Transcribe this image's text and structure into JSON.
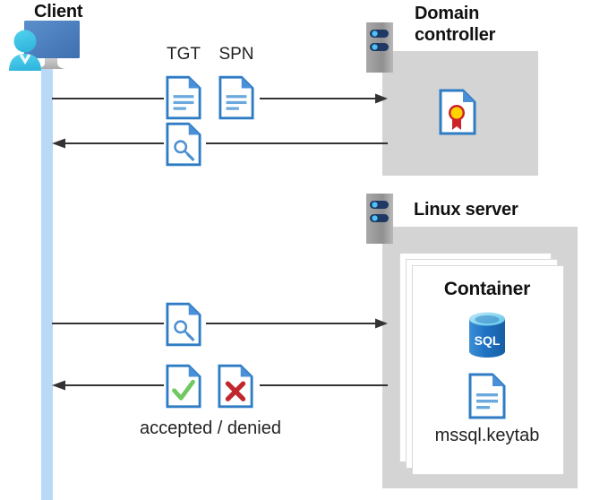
{
  "diagram": {
    "title": "Kerberos authentication flow between client, domain controller and Linux server container",
    "colors": {
      "panel_gray": "#d4d4d4",
      "lifeline_blue": "#b9d9f7",
      "doc_blue": "#2e7cc4",
      "doc_fold_blue": "#4a90d9",
      "monitor_blue": "#4a7ebb",
      "person_cyan": "#41c6e8",
      "server_gray": "#9b9b9b",
      "server_bar_navy": "#1f3864",
      "server_dot_cyan": "#4fc3f7",
      "sql_blue": "#1f72c4",
      "sql_top_cyan": "#76d3ef",
      "seal_yellow": "#ffd400",
      "seal_red": "#cc2229",
      "check_green": "#70c860",
      "cross_red": "#c0282d",
      "arrow_black": "#333333",
      "text_dark": "#222222"
    }
  },
  "client": {
    "title": "Client",
    "icon": "client-workstation-icon",
    "lifeline_name": "client-lifeline"
  },
  "domain_controller": {
    "title_line1": "Domain",
    "title_line2": "controller",
    "server_icon": "server-rack-icon",
    "contents": [
      {
        "icon": "certificate-document-icon",
        "label": ""
      }
    ]
  },
  "linux_server": {
    "title": "Linux server",
    "server_icon": "server-rack-icon",
    "container": {
      "title": "Container",
      "stack_count": 3,
      "items": [
        {
          "icon": "sql-database-icon",
          "label": "SQL"
        },
        {
          "icon": "keytab-document-icon",
          "label": "mssql.keytab"
        }
      ]
    }
  },
  "flows": [
    {
      "id": "flow-1",
      "direction": "right",
      "from": "client",
      "to": "domain-controller",
      "icons": [
        {
          "name": "tgt-document-icon",
          "label": "TGT"
        },
        {
          "name": "spn-document-icon",
          "label": "SPN"
        }
      ],
      "caption": ""
    },
    {
      "id": "flow-2",
      "direction": "left",
      "from": "domain-controller",
      "to": "client",
      "icons": [
        {
          "name": "service-ticket-key-document-icon",
          "label": ""
        }
      ],
      "caption": ""
    },
    {
      "id": "flow-3",
      "direction": "right",
      "from": "client",
      "to": "linux-server",
      "icons": [
        {
          "name": "service-ticket-key-document-icon",
          "label": ""
        }
      ],
      "caption": ""
    },
    {
      "id": "flow-4",
      "direction": "left",
      "from": "linux-server",
      "to": "client",
      "icons": [
        {
          "name": "accepted-check-document-icon",
          "label": ""
        },
        {
          "name": "denied-cross-document-icon",
          "label": ""
        }
      ],
      "caption": "accepted / denied"
    }
  ]
}
